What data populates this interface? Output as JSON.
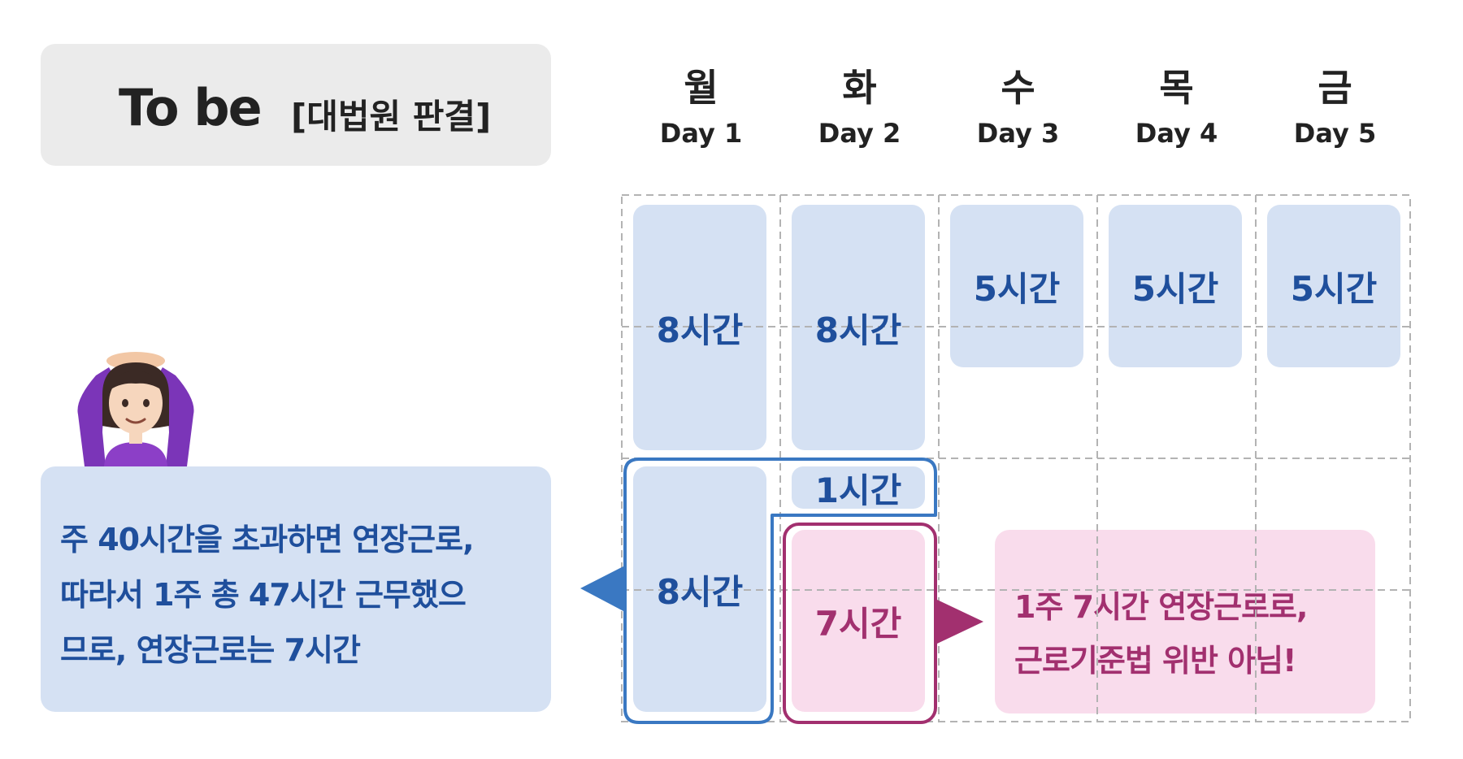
{
  "title": {
    "main": "To be",
    "sub": "[대법원 판결]"
  },
  "days": [
    {
      "kr": "월",
      "en": "Day 1"
    },
    {
      "kr": "화",
      "en": "Day 2"
    },
    {
      "kr": "수",
      "en": "Day 3"
    },
    {
      "kr": "목",
      "en": "Day 4"
    },
    {
      "kr": "금",
      "en": "Day 5"
    }
  ],
  "blocks": {
    "mon_regular": "8시간",
    "tue_regular": "8시간",
    "wed_regular": "5시간",
    "thu_regular": "5시간",
    "fri_regular": "5시간",
    "tue_extra": "1시간",
    "mon_overtime": "8시간",
    "tue_overtime": "7시간"
  },
  "callout_left": {
    "lines": [
      "주 40시간을 초과하면 연장근로,",
      "따라서 1주 총 47시간 근무했으",
      "므로, 연장근로는 7시간"
    ]
  },
  "callout_right": {
    "lines": [
      "1주 7시간 연장근로로,",
      "근로기준법 위반 아님!"
    ]
  },
  "emoji": "person-gesturing-ok",
  "colors": {
    "blue_fill": "#d5e1f3",
    "blue_text": "#1f4f9c",
    "blue_outline": "#3a78c2",
    "pink_fill": "#f9dcec",
    "pink_text": "#a2306f",
    "pink_outline": "#a2306f"
  }
}
